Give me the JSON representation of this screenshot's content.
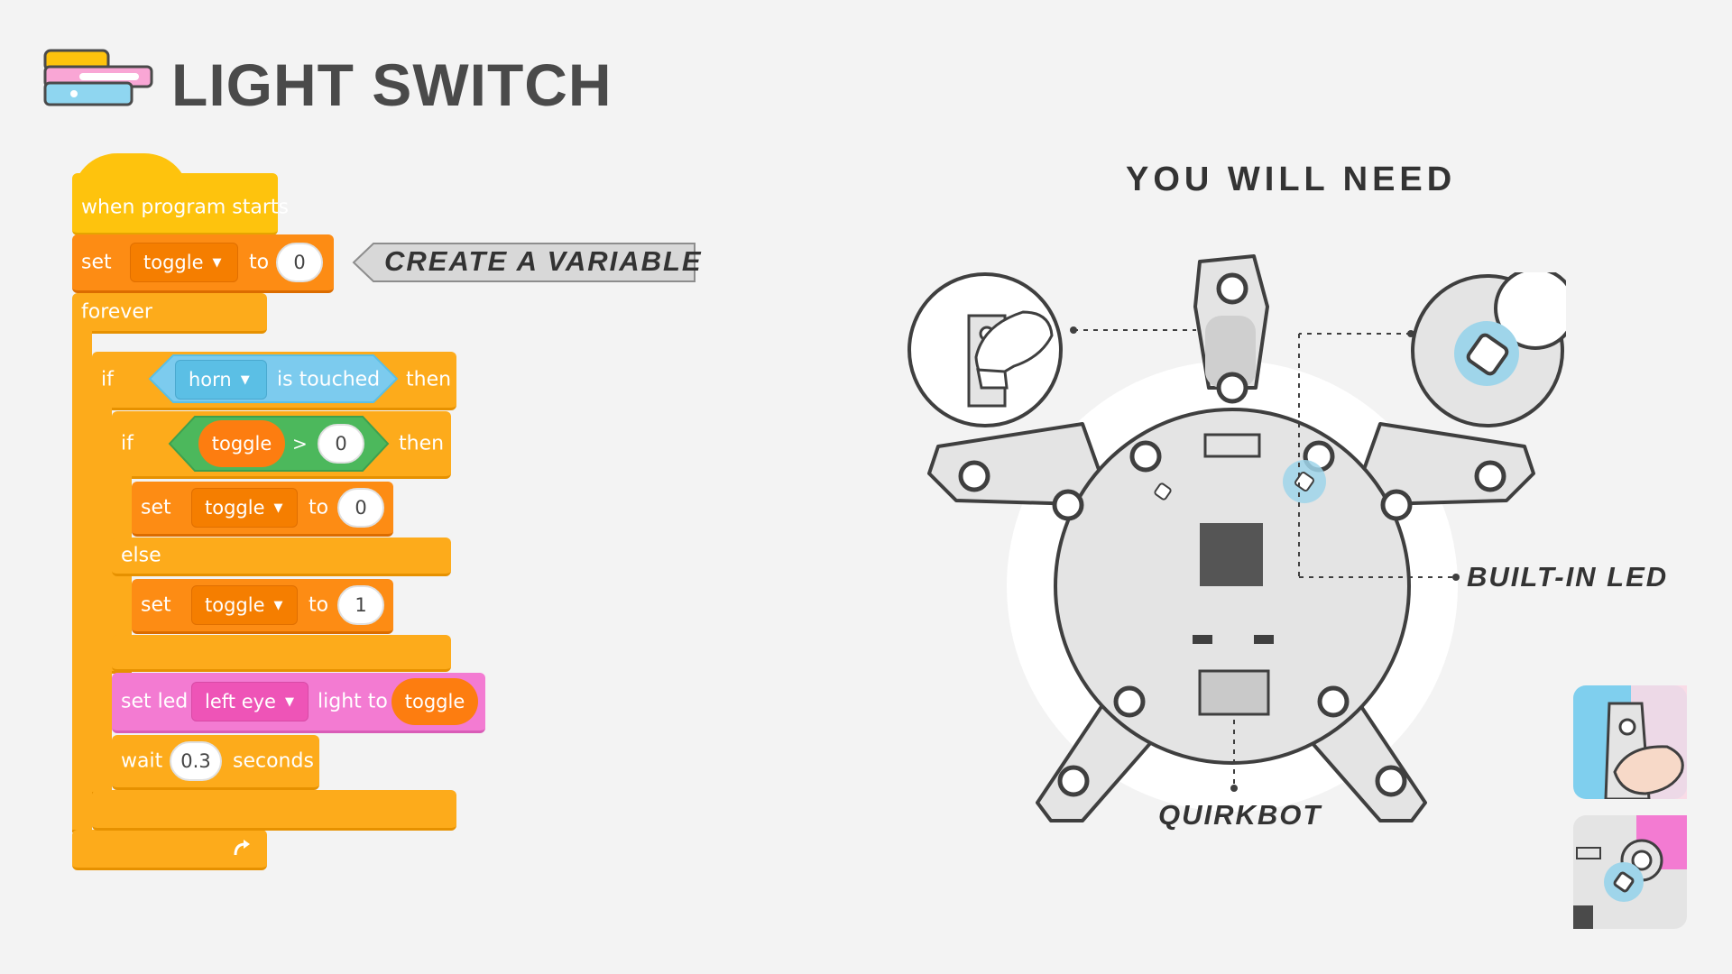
{
  "title": "LIGHT SWITCH",
  "program": {
    "event": "when program starts",
    "init": {
      "set": "set",
      "variable": "toggle",
      "to": "to",
      "value": "0"
    },
    "forever": "forever",
    "if_outer": {
      "if": "if",
      "sensor": "horn",
      "condition": "is touched",
      "then": "then"
    },
    "if_inner": {
      "if": "if",
      "variable": "toggle",
      "operator": ">",
      "value": "0",
      "then": "then"
    },
    "set_a": {
      "set": "set",
      "variable": "toggle",
      "to": "to",
      "value": "0"
    },
    "else": "else",
    "set_b": {
      "set": "set",
      "variable": "toggle",
      "to": "to",
      "value": "1"
    },
    "led": {
      "set_led": "set led",
      "target": "left eye",
      "light_to": "light to",
      "value": "toggle"
    },
    "wait": {
      "wait": "wait",
      "value": "0.3",
      "unit": "seconds"
    }
  },
  "callout_create_variable": "CREATE A VARIABLE",
  "you_will_need": "YOU WILL NEED",
  "labels": {
    "built_in_led": "BUILT-IN LED",
    "quirkbot": "QUIRKBOT"
  },
  "colors": {
    "event": "#fec30d",
    "control": "#fdab1b",
    "variable": "#fd8c14",
    "led": "#f37bd2",
    "sensor": "#5bbfe5",
    "operator": "#4cb85c",
    "board": "#e3e3e3"
  },
  "icons": [
    "logo-blocks-icon",
    "finger-touch-icon",
    "led-zoom-icon",
    "loop-arrow-icon",
    "horn-touch-thumbnail-icon",
    "led-thumbnail-icon"
  ]
}
